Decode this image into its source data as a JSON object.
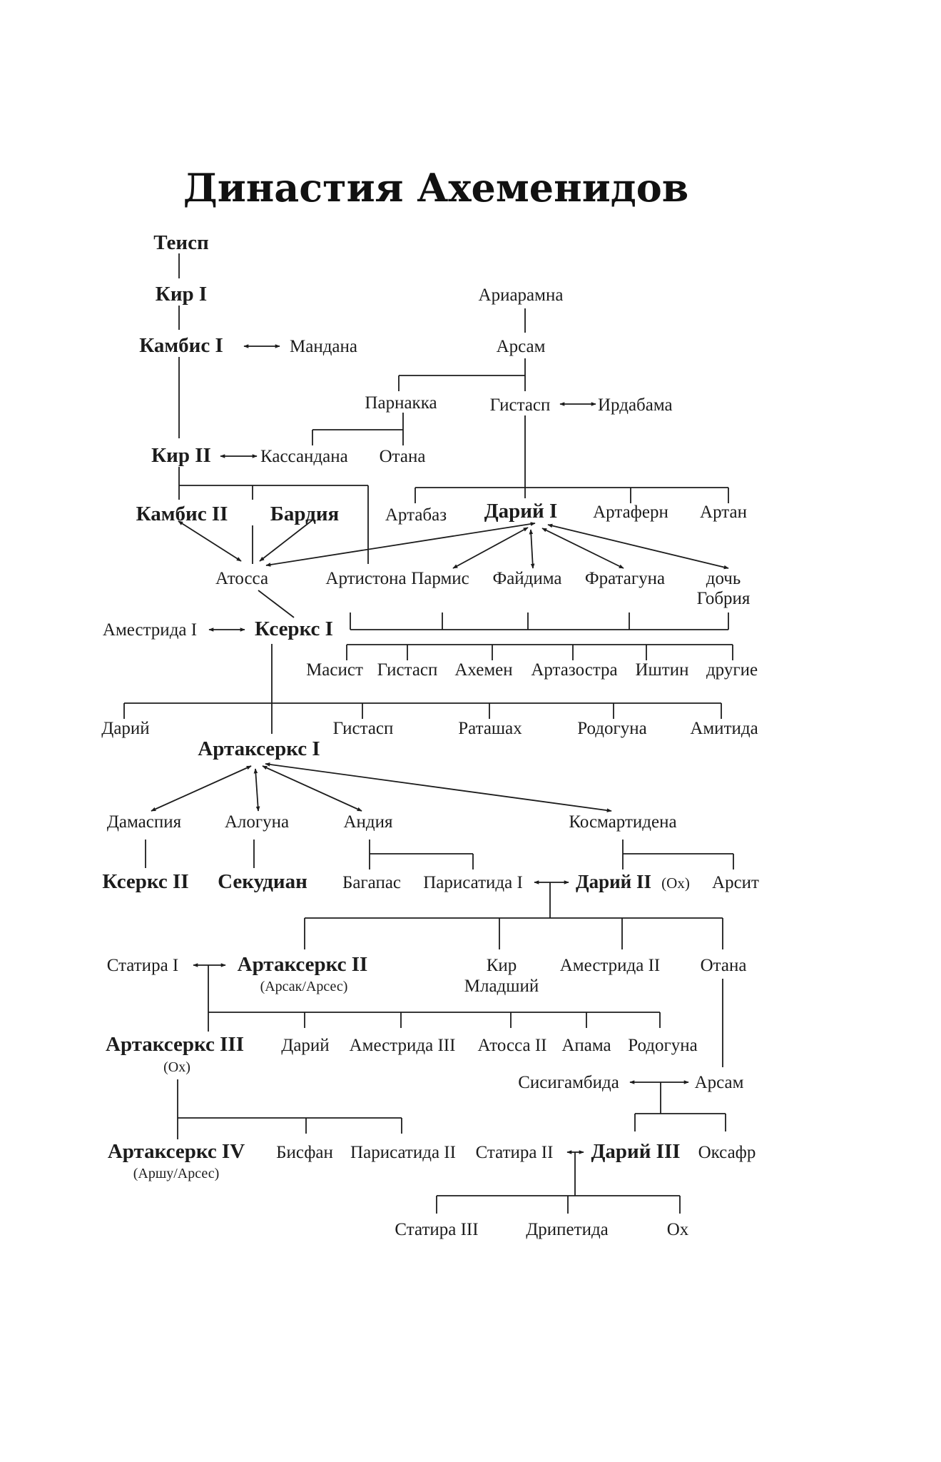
{
  "title": "Династия Ахеменидов",
  "people": {
    "teisp": "Теисп",
    "kir1": "Кир I",
    "ariaramna": "Ариарамна",
    "kambis1": "Камбис I",
    "mandana": "Мандана",
    "arsam": "Арсам",
    "parnakka": "Парнакка",
    "gistasp": "Гистасп",
    "irdabama": "Ирдабама",
    "kir2": "Кир II",
    "kassandana": "Кассандана",
    "otana": "Отана",
    "kambis2": "Камбис II",
    "bardiya": "Бардия",
    "artabaz": "Артабаз",
    "darij1": "Дарий I",
    "artafern": "Артаферн",
    "artan": "Артан",
    "atossa": "Атосса",
    "artistona": "Артистона",
    "parmis": "Пармис",
    "fajdima": "Файдима",
    "fratagina": "Фратагуна",
    "doch_gobriya_1": "дочь",
    "doch_gobriya_2": "Гобрия",
    "amestrida1": "Аместрида I",
    "kserks1": "Ксеркс I",
    "masist": "Масист",
    "gistasp_b": "Гистасп",
    "ahemen": "Ахемен",
    "artazostra": "Артазостра",
    "ishtin": "Иштин",
    "drugie": "другие",
    "darij_son": "Дарий",
    "gistasp_c": "Гистасп",
    "ratashah": "Раташах",
    "rodoguna_a": "Родогуна",
    "amitida": "Амитида",
    "artakserks1": "Артаксеркс I",
    "damaspiya": "Дамаспия",
    "aloguna": "Алогуна",
    "andiya": "Андия",
    "kosmartidena": "Космартидена",
    "kserks2": "Ксеркс II",
    "sekudian": "Секудиан",
    "bagapas": "Багапас",
    "parisatida1": "Парисатида I",
    "darij2": "Дарий II",
    "darij2_note": "(Ох)",
    "arsit": "Арсит",
    "statira1": "Статира I",
    "artakserks2": "Артаксеркс II",
    "artakserks2_note": "(Арсак/Арсес)",
    "kir_ml_1": "Кир",
    "kir_ml_2": "Младший",
    "amestrida2": "Аместрида II",
    "otana2": "Отана",
    "artakserks3": "Артаксеркс III",
    "artakserks3_note": "(Ох)",
    "darij_b": "Дарий",
    "amestrida3": "Аместрида III",
    "atossa2": "Атосса II",
    "apama": "Апама",
    "rodoguna_b": "Родогуна",
    "sisigambida": "Сисигамбида",
    "arsam2": "Арсам",
    "artakserks4": "Артаксеркс IV",
    "artakserks4_note": "(Аршу/Арсес)",
    "bisfan": "Бисфан",
    "parisatida2": "Парисатида II",
    "statira2": "Статира II",
    "darij3": "Дарий III",
    "oksafr": "Оксафр",
    "statira3": "Статира III",
    "dripetida": "Дрипетида",
    "oh": "Ох"
  }
}
